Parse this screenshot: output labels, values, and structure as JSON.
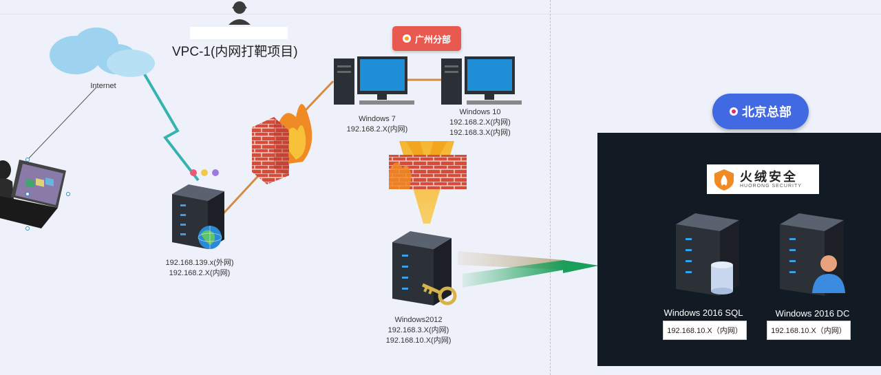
{
  "title": "VPC-1(内网打靶项目)",
  "branch_badge": "广州分部",
  "hq_badge": "北京总部",
  "internet_label": "Internet",
  "vendor_logo": {
    "name": "火绒安全",
    "sub": "HUORONG SECURITY"
  },
  "nodes": {
    "gateway": {
      "ip1": "192.168.139.x(外网)",
      "ip2": "192.168.2.X(内网)"
    },
    "win7": {
      "name": "Windows 7",
      "ip1": "192.168.2.X(内网)"
    },
    "win10": {
      "name": "Windows 10",
      "ip1": "192.168.2.X(内网)",
      "ip2": "192.168.3.X(内网)"
    },
    "win2012": {
      "name": "Windows2012",
      "ip1": "192.168.3.X(内网)",
      "ip2": "192.168.10.X(内网)"
    },
    "sql": {
      "name": "Windows 2016 SQL",
      "ip": "192.168.10.X（内网）"
    },
    "dc": {
      "name": "Windows 2016 DC",
      "ip": "192.168.10.X（内网）"
    }
  },
  "colors": {
    "branch_badge": "#e85a4f",
    "hq_badge": "#4169e1",
    "hq_panel": "#121a24"
  },
  "icons": [
    "cloud-icon",
    "laptop-icon",
    "hacker-icon",
    "user-avatar-icon",
    "server-icon",
    "globe-icon",
    "firewall-icon",
    "fire-icon",
    "desktop-icon",
    "key-icon",
    "database-icon",
    "user-icon"
  ]
}
